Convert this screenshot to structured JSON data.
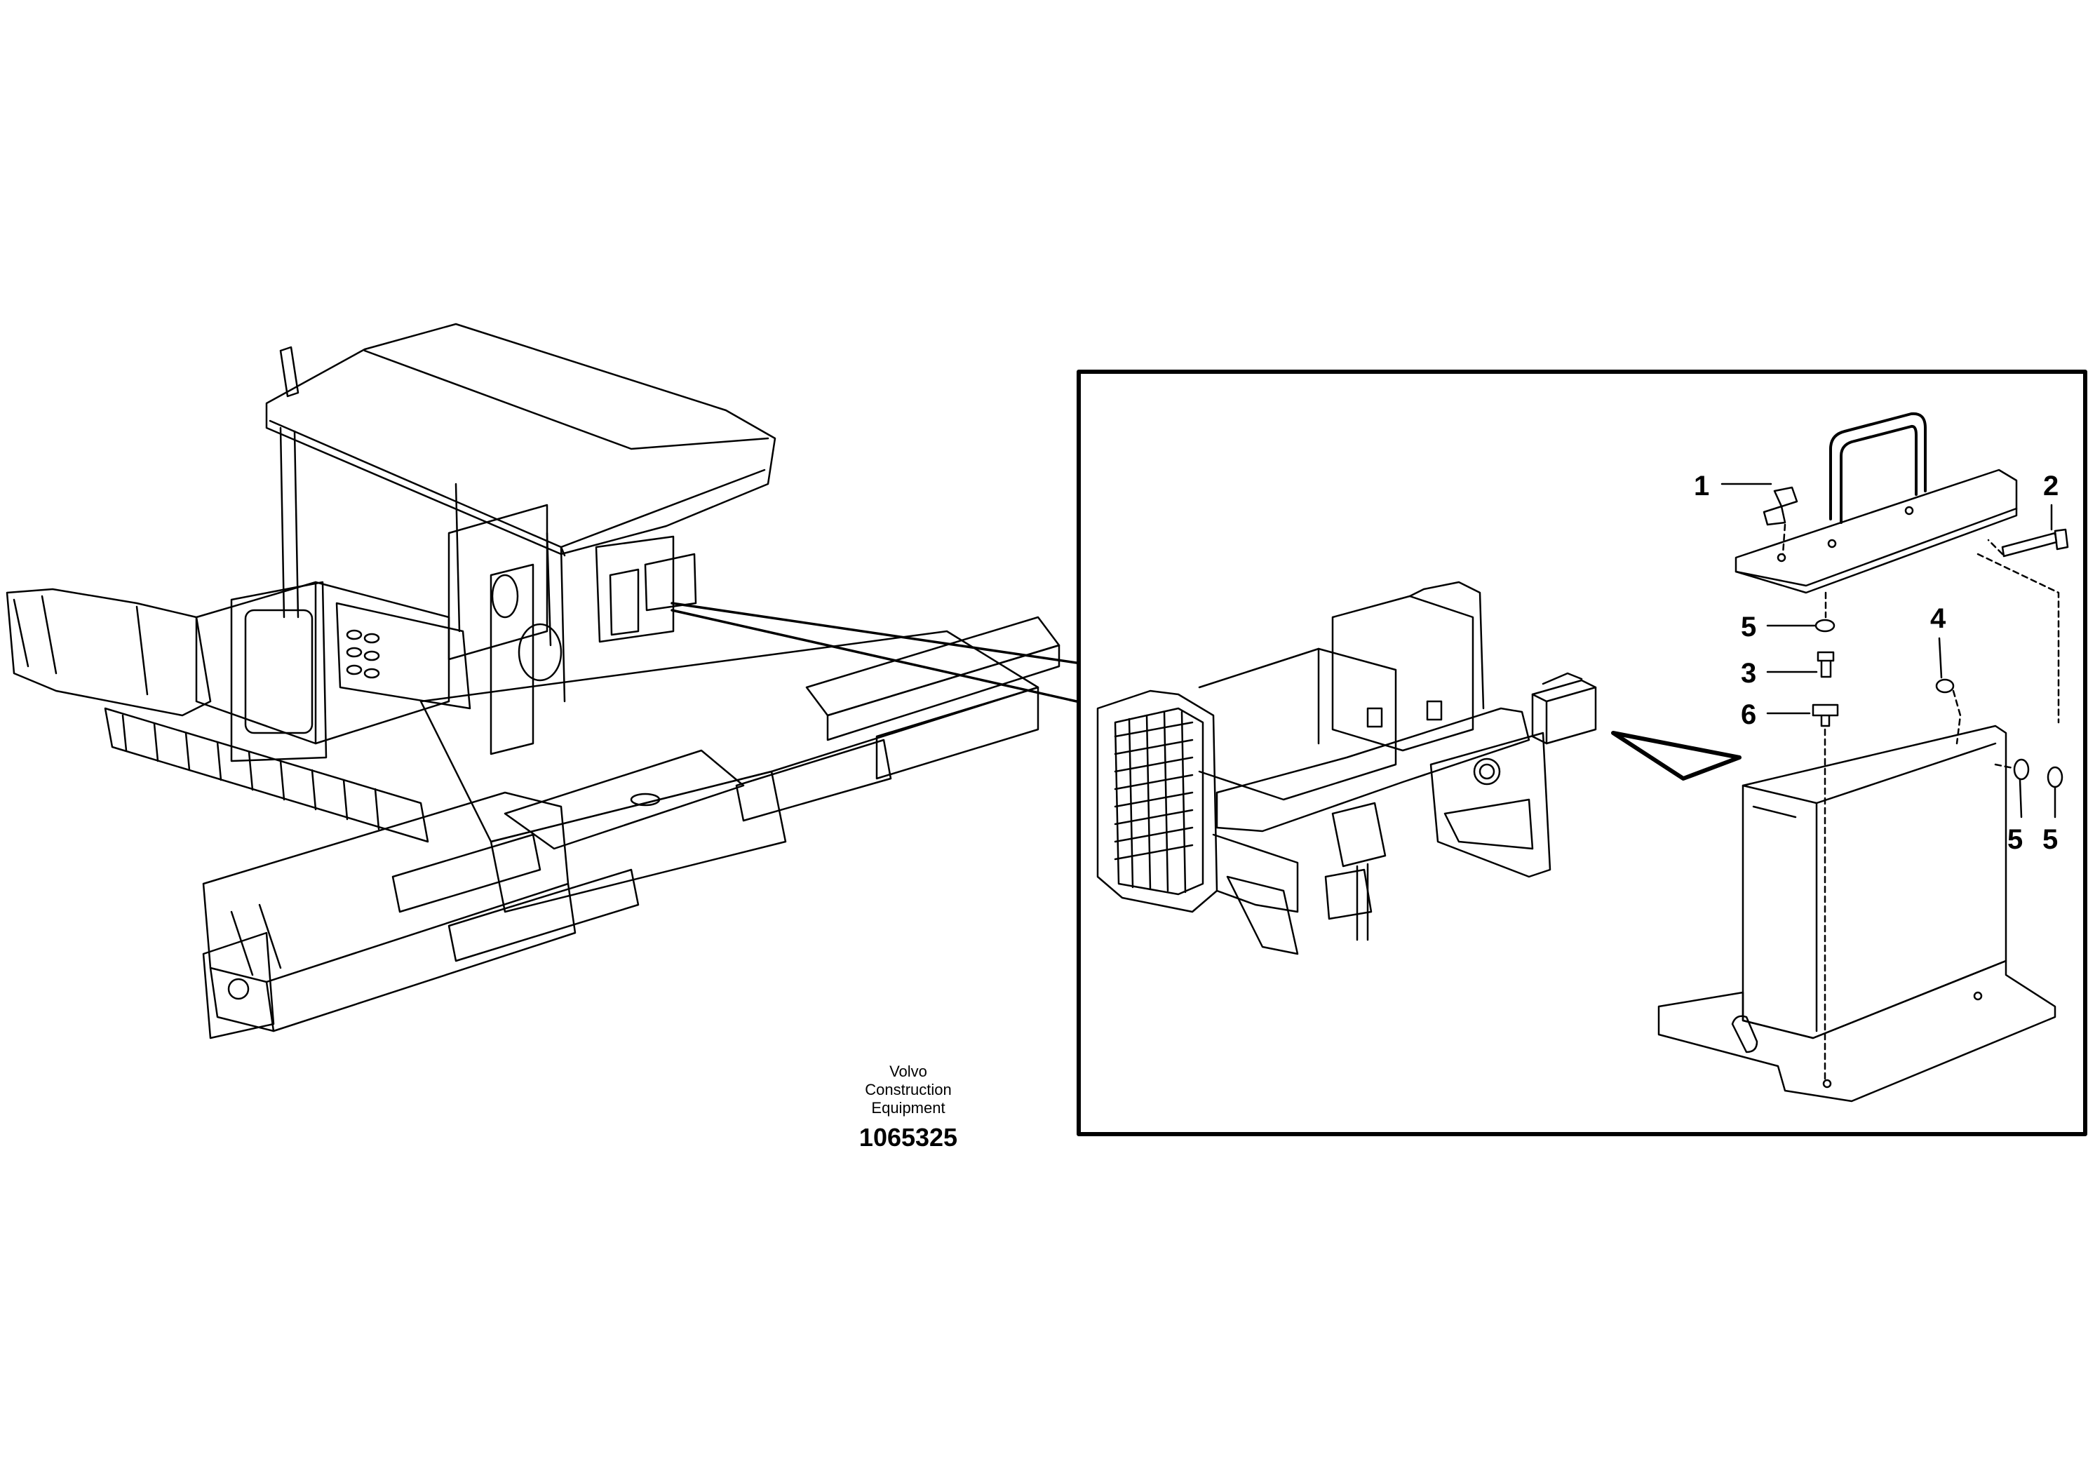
{
  "callouts": {
    "c1": "1",
    "c2": "2",
    "c3": "3",
    "c4": "4",
    "c5a": "5",
    "c5b": "5",
    "c5c": "5",
    "c6": "6"
  },
  "credit": {
    "company": "Volvo Construction Equipment",
    "document_number": "1065325"
  }
}
